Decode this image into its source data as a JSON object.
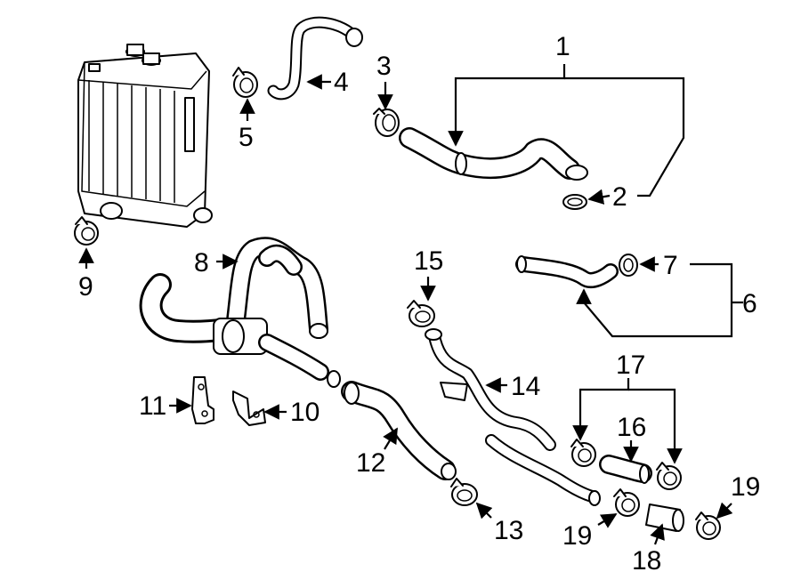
{
  "diagram": {
    "callouts": [
      "1",
      "2",
      "3",
      "4",
      "5",
      "6",
      "7",
      "8",
      "9",
      "10",
      "11",
      "12",
      "13",
      "14",
      "15",
      "16",
      "17",
      "18",
      "19",
      "19"
    ]
  },
  "colors": {
    "line": "#000000",
    "background": "#ffffff"
  }
}
